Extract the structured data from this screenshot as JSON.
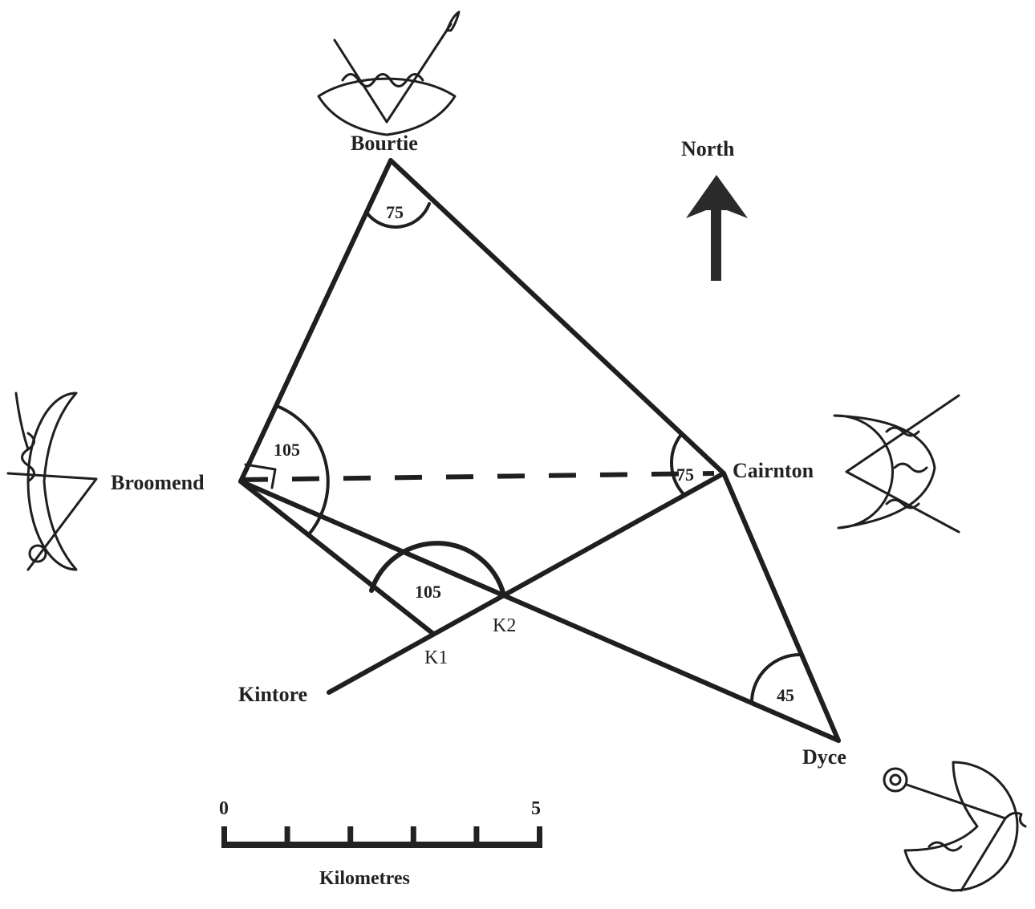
{
  "places": {
    "bourtie": "Bourtie",
    "broomend": "Broomend",
    "cairnton": "Cairnton",
    "dyce": "Dyce",
    "kintore": "Kintore",
    "k1": "K1",
    "k2": "K2"
  },
  "angles": {
    "bourtie": "75",
    "broomend": "105",
    "cairnton": "75",
    "k2": "105",
    "dyce": "45"
  },
  "compass": {
    "label": "North"
  },
  "scale": {
    "start": "0",
    "end": "5",
    "unit": "Kilometres",
    "divisions": 5
  },
  "symbols": [
    "crescent-v-rod-symbol",
    "crescent-v-rod-symbol",
    "crescent-v-rod-symbol",
    "crescent-v-rod-symbol"
  ],
  "colors": {
    "ink": "#1f1f1f",
    "background": "#ffffff"
  }
}
